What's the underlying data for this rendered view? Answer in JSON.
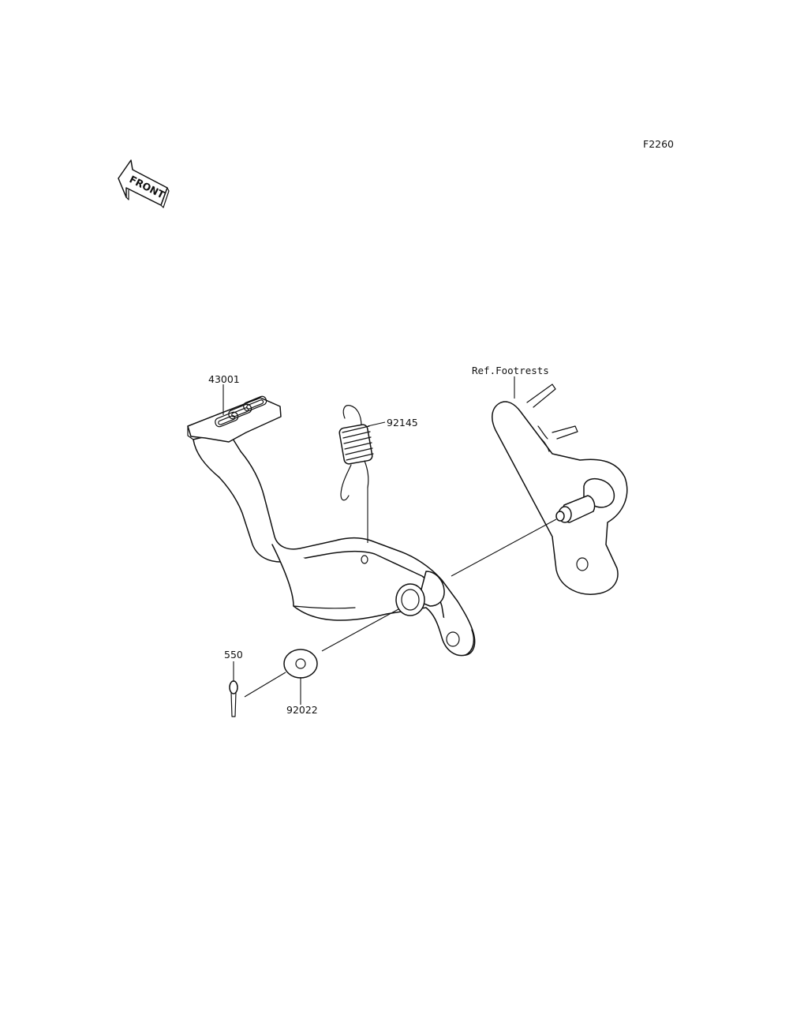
{
  "diagram": {
    "code": "F2260",
    "front_label": "FRONT",
    "parts": [
      {
        "number": "43001",
        "description": ""
      },
      {
        "number": "92145",
        "description": ""
      },
      {
        "number": "550",
        "description": ""
      },
      {
        "number": "92022",
        "description": ""
      }
    ],
    "reference": "Ref.Footrests"
  }
}
